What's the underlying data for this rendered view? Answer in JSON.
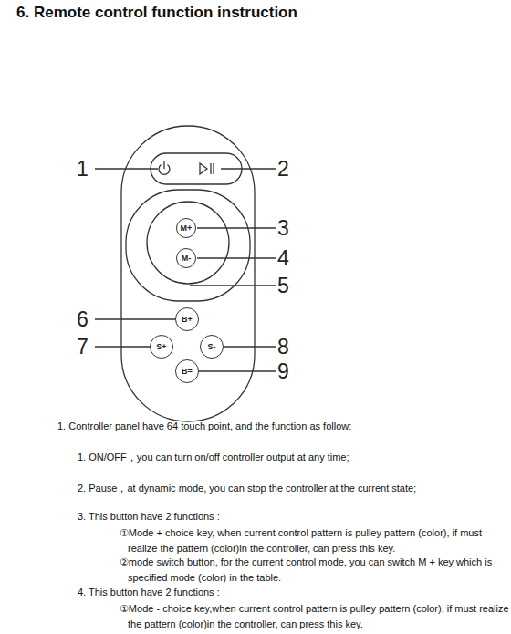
{
  "diagram": {
    "title": "6. Remote control function instruction",
    "nodes": [
      {
        "text": [
          "M+"
        ]
      },
      {
        "text": [
          "M-"
        ]
      },
      {
        "text": [
          "B+"
        ]
      },
      {
        "text": [
          "S+"
        ]
      },
      {
        "text": [
          "S-"
        ]
      },
      {
        "text": [
          "B="
        ]
      }
    ],
    "labels": [
      "1",
      "2",
      "3",
      "4",
      "5",
      "6",
      "7",
      "8",
      "9",
      "1. Controller panel have 64 touch point, and the function as follow:",
      "1. ON/OFF，you can turn on/off controller output at any time;",
      "2. Pause，at dynamic mode, you can stop the controller at the current state;",
      "3. This button have 2 functions :",
      "①Mode + choice key, when current control pattern is pulley pattern (color), if must realize the pattern (color)in the controller, can press this key.",
      "②mode switch button, for the current control mode, you can switch M + key which is specified mode (color) in the table.",
      "4. This button have 2 functions :",
      "①Mode - choice key,when current control pattern is pulley pattern (color), if must realize the pattern (color)in the controller, can press this key."
    ]
  }
}
